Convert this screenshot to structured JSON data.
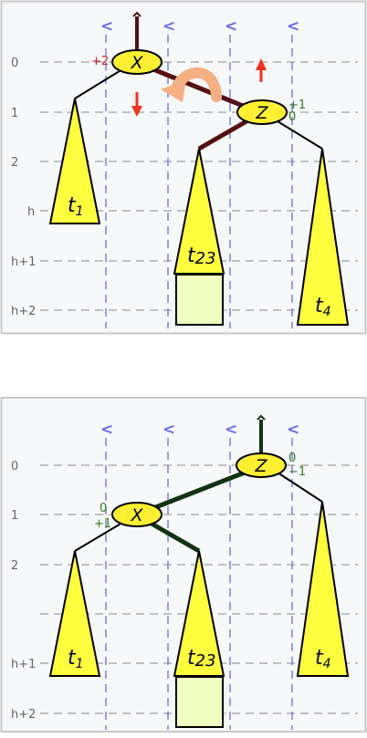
{
  "levels_top": [
    "0",
    "1",
    "2",
    "h",
    "h+1",
    "h+2"
  ],
  "levels_bottom": [
    "0",
    "1",
    "2",
    "",
    "h+1",
    "h+2"
  ],
  "chevron": "<",
  "nodes": {
    "x": "X",
    "z": "Z"
  },
  "subtrees": {
    "t1": "t",
    "t1_sub": "1",
    "t23": "t",
    "t23_sub": "23",
    "t4": "t",
    "t4_sub": "4"
  },
  "balance_top": {
    "x": "+2",
    "z_before": "+1",
    "z_after": "0"
  },
  "balance_bottom": {
    "z_before": "0",
    "z_after": "−1",
    "x_before": "0",
    "x_after": "+1"
  },
  "colors": {
    "node_fill": "#ffef33",
    "subtree_fill": "#ffff40",
    "extension_fill": "#f0ffc0",
    "dark_edge_top": "#551111",
    "dark_edge_bottom": "#113311",
    "arrow_red": "#ee3322",
    "rotation_arrow": "#f4b083",
    "balance_red": "#cc2222",
    "balance_green": "#2e7d1a",
    "guide_blue": "#6a6ae6"
  }
}
